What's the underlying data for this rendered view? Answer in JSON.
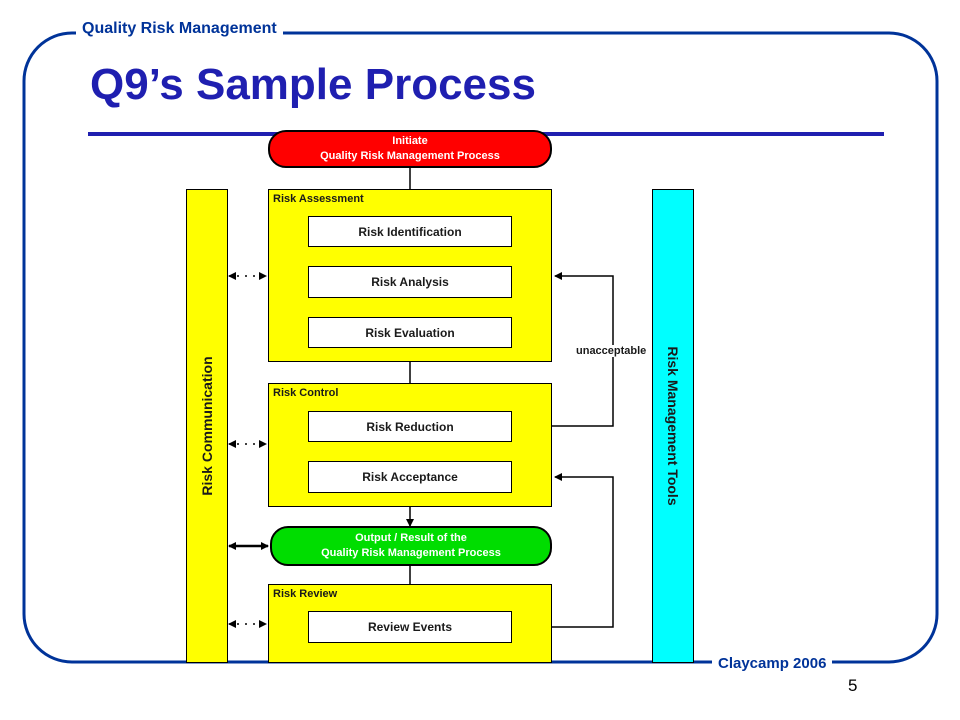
{
  "header": {
    "label": "Quality Risk Management"
  },
  "title": "Q9’s Sample Process",
  "footer": {
    "credit": "Claycamp 2006",
    "page_number": "5"
  },
  "colors": {
    "frame": "#003399",
    "title": "#1f1fb0",
    "panel": "#ffff00",
    "start": "#ff0000",
    "output": "#00dd00",
    "tools": "#00ffff"
  },
  "process": {
    "start": {
      "line1": "Initiate",
      "line2": "Quality Risk Management Process"
    },
    "assessment": {
      "label": "Risk Assessment",
      "steps": [
        "Risk Identification",
        "Risk Analysis",
        "Risk Evaluation"
      ]
    },
    "control": {
      "label": "Risk Control",
      "steps": [
        "Risk Reduction",
        "Risk Acceptance"
      ]
    },
    "output": {
      "line1": "Output / Result of the",
      "line2": "Quality Risk Management Process"
    },
    "review": {
      "label": "Risk Review",
      "steps": [
        "Review Events"
      ]
    },
    "feedback_label": "unacceptable"
  },
  "sidebars": {
    "left": "Risk Communication",
    "right": "Risk Management Tools"
  }
}
